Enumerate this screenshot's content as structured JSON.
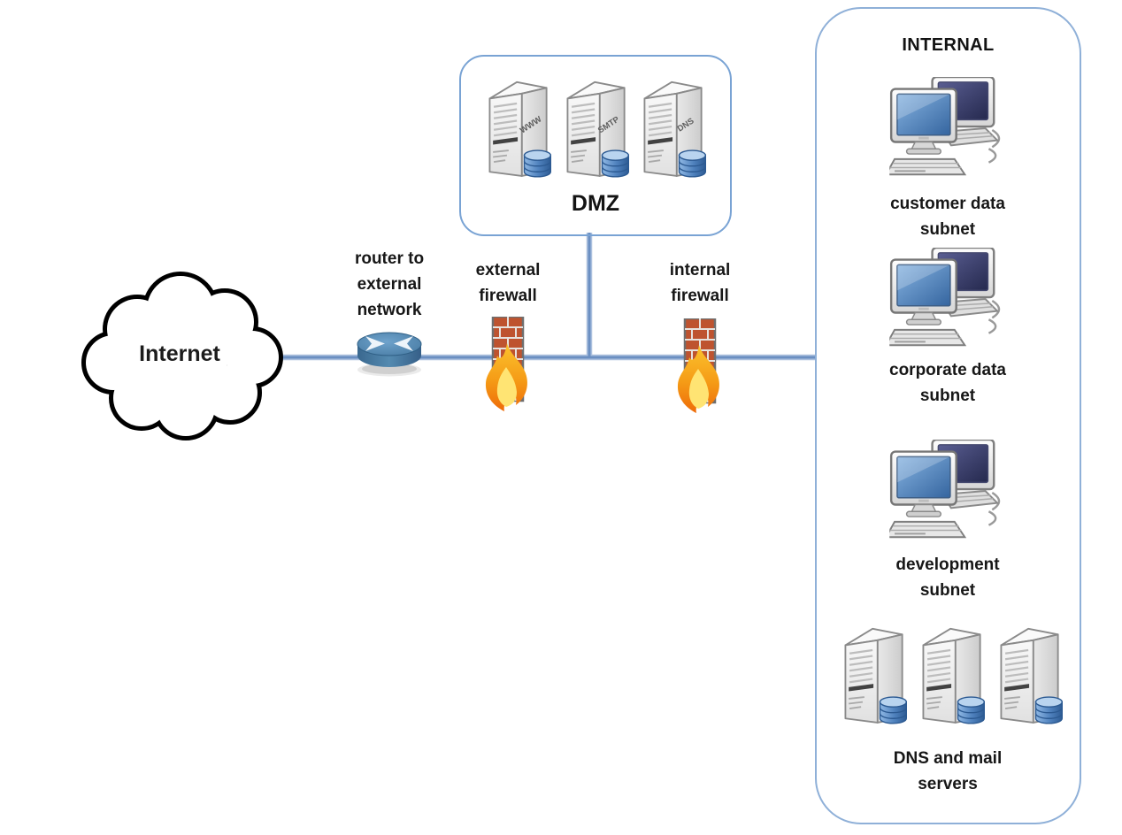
{
  "diagram": {
    "internet_label": "Internet",
    "router_label": "router to external network",
    "external_firewall_label": "external firewall",
    "internal_firewall_label": "internal firewall",
    "dmz": {
      "title": "DMZ",
      "servers": [
        {
          "label": "WWW"
        },
        {
          "label": "SMTP"
        },
        {
          "label": "DNS"
        }
      ]
    },
    "internal": {
      "title": "INTERNAL",
      "subnets": [
        {
          "label": "customer data subnet"
        },
        {
          "label": "corporate data subnet"
        },
        {
          "label": "development subnet"
        }
      ],
      "servers_label": "DNS and mail servers"
    },
    "icons": {
      "cloud": "internet-cloud-icon",
      "router": "router-icon",
      "firewall": "firewall-icon",
      "server": "server-tower-icon",
      "database": "database-icon",
      "workstation": "workstation-pair-icon"
    },
    "colors": {
      "connector": "#7493C2",
      "zone_border": "#82A7D5",
      "brick": "#BE532F",
      "flame": "#F59B16",
      "screen_blue": "#4F81BD",
      "screen_navy": "#34386A",
      "router_blue": "#4B80AB",
      "database_blue": "#4F81BD"
    }
  }
}
